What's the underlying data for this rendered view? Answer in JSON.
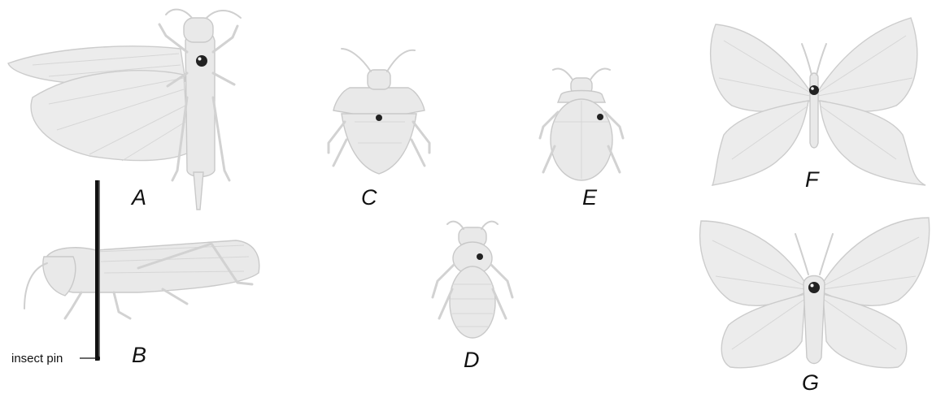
{
  "specimens": [
    {
      "id": "A",
      "label": "A"
    },
    {
      "id": "B",
      "label": "B"
    },
    {
      "id": "C",
      "label": "C"
    },
    {
      "id": "D",
      "label": "D"
    },
    {
      "id": "E",
      "label": "E"
    },
    {
      "id": "F",
      "label": "F"
    },
    {
      "id": "G",
      "label": "G"
    }
  ],
  "pin_callout": "insect pin"
}
